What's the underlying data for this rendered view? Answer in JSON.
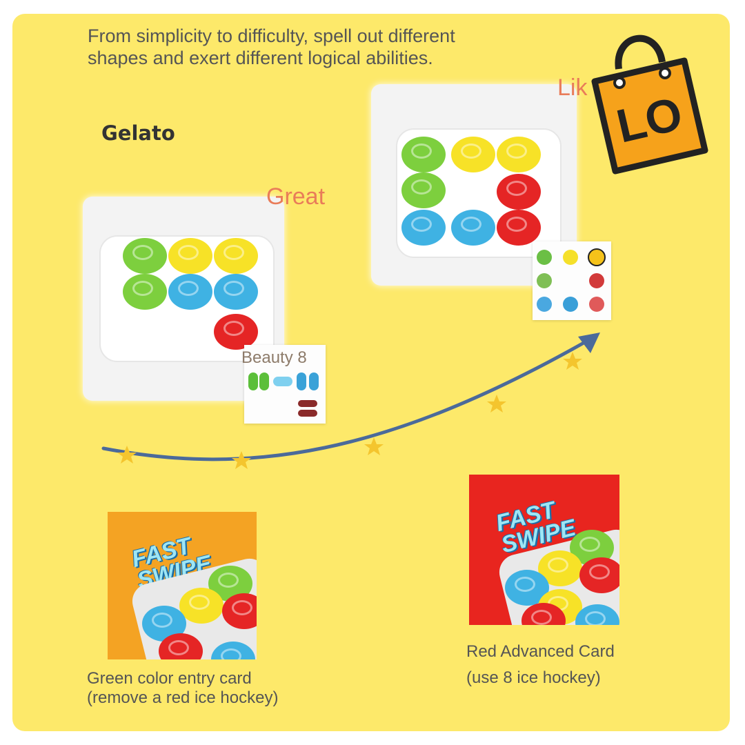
{
  "intro_text": "From simplicity to difficulty, spell out different shapes and exert different logical abilities.",
  "gelato_label": "Gelato",
  "great_label": "Great",
  "like_label": "Lik",
  "beauty_label": "Beauty 8",
  "logo_text": "LO",
  "card_title_line1": "FAST",
  "card_title_line2": "SWIPE",
  "green_card_caption": "Green color entry card (remove a red ice hockey)",
  "red_card_caption": "Red Advanced Card (use 8 ice hockey)",
  "colors": {
    "background": "#fde96a",
    "puck_green": "#7dcf3e",
    "puck_yellow": "#f7e227",
    "puck_blue": "#3fb2e3",
    "puck_red": "#e52525",
    "card_orange": "#f4a323",
    "card_red": "#e8251f",
    "arrow": "#4b6a9a",
    "star": "#f4c52e"
  }
}
